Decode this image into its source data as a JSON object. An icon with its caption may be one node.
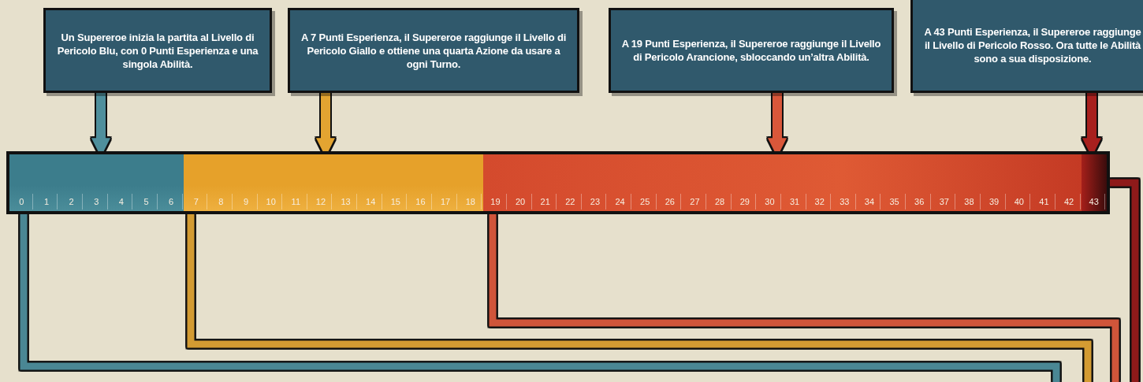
{
  "diagram": {
    "nodes": [
      {
        "text": [
          "Un Supereroe inizia la partita al Livello di Pericolo Blu, con 0 Punti Esperienza e una singola Abilità."
        ]
      },
      {
        "text": [
          "A 7 Punti Esperienza, il Supereroe raggiunge il Livello di Pericolo Giallo e ottiene una quarta Azione da usare a ogni Turno."
        ]
      },
      {
        "text": [
          "A 19 Punti Esperienza, il Supereroe raggiunge il Livello di Pericolo Arancione, sbloccando un’altra Abilità."
        ]
      },
      {
        "text": [
          "A 43 Punti Esperienza, il Supereroe raggiunge il Livello di Pericolo Rosso. Ora tutte le Abilità sono a sua disposizione."
        ]
      },
      {
        "text": [],
        "shape": "bar"
      },
      {
        "text": [],
        "shape": "bar",
        "in": 4
      },
      {
        "text": [],
        "shape": "bar",
        "in": 4
      },
      {
        "text": [],
        "shape": "bar",
        "in": 4
      },
      {
        "text": [],
        "shape": "bar",
        "in": 4
      },
      {
        "text": [
          "0"
        ],
        "in": 5
      },
      {
        "text": [
          "1"
        ],
        "in": 5
      },
      {
        "text": [
          "2"
        ],
        "in": 5
      },
      {
        "text": [
          "3"
        ],
        "in": 5
      },
      {
        "text": [
          "4"
        ],
        "in": 5
      },
      {
        "text": [
          "5"
        ],
        "in": 5
      },
      {
        "text": [
          "6"
        ],
        "in": 5
      },
      {
        "text": [
          "7"
        ],
        "in": 6
      },
      {
        "text": [
          "8"
        ],
        "in": 6
      },
      {
        "text": [
          "9"
        ],
        "in": 6
      },
      {
        "text": [
          "10"
        ],
        "in": 6
      },
      {
        "text": [
          "11"
        ],
        "in": 6
      },
      {
        "text": [
          "12"
        ],
        "in": 6
      },
      {
        "text": [
          "13"
        ],
        "in": 6
      },
      {
        "text": [
          "14"
        ],
        "in": 6
      },
      {
        "text": [
          "15"
        ],
        "in": 6
      },
      {
        "text": [
          "16"
        ],
        "in": 6
      },
      {
        "text": [
          "17"
        ],
        "in": 6
      },
      {
        "text": [
          "18"
        ],
        "in": 6
      },
      {
        "text": [
          "19"
        ],
        "in": 7
      },
      {
        "text": [
          "20"
        ],
        "in": 7
      },
      {
        "text": [
          "21"
        ],
        "in": 7
      },
      {
        "text": [
          "22"
        ],
        "in": 7
      },
      {
        "text": [
          "23"
        ],
        "in": 7
      },
      {
        "text": [
          "24"
        ],
        "in": 7
      },
      {
        "text": [
          "25"
        ],
        "in": 7
      },
      {
        "text": [
          "26"
        ],
        "in": 7
      },
      {
        "text": [
          "27"
        ],
        "in": 7
      },
      {
        "text": [
          "28"
        ],
        "in": 7
      },
      {
        "text": [
          "29"
        ],
        "in": 7
      },
      {
        "text": [
          "30"
        ],
        "in": 7
      },
      {
        "text": [
          "31"
        ],
        "in": 7
      },
      {
        "text": [
          "32"
        ],
        "in": 7
      },
      {
        "text": [
          "33"
        ],
        "in": 7
      },
      {
        "text": [
          "34"
        ],
        "in": 7
      },
      {
        "text": [
          "35"
        ],
        "in": 7
      },
      {
        "text": [
          "36"
        ],
        "in": 7
      },
      {
        "text": [
          "37"
        ],
        "in": 7
      },
      {
        "text": [
          "38"
        ],
        "in": 7
      },
      {
        "text": [
          "39"
        ],
        "in": 7
      },
      {
        "text": [
          "40"
        ],
        "in": 7
      },
      {
        "text": [
          "41"
        ],
        "in": 7
      },
      {
        "text": [
          "42"
        ],
        "in": 7
      },
      {
        "text": [
          "43"
        ],
        "in": 8
      }
    ],
    "edges": [
      {
        "from": 0,
        "to": 5,
        "arrow": "to",
        "color": "#4f8f9c"
      },
      {
        "from": 1,
        "to": 6,
        "arrow": "to",
        "color": "#e3a431"
      },
      {
        "from": 2,
        "to": 7,
        "arrow": "to",
        "color": "#d9573a"
      },
      {
        "from": 3,
        "to": 8,
        "arrow": "to",
        "color": "#a8201e"
      },
      {
        "from": 5,
        "to": null,
        "arrow": "none",
        "color": "#4a8794"
      },
      {
        "from": 6,
        "to": null,
        "arrow": "none",
        "color": "#d39b32"
      },
      {
        "from": 7,
        "to": null,
        "arrow": "none",
        "color": "#d0553a"
      },
      {
        "from": 8,
        "to": null,
        "arrow": "none",
        "color": "#8e1a1a"
      }
    ]
  }
}
